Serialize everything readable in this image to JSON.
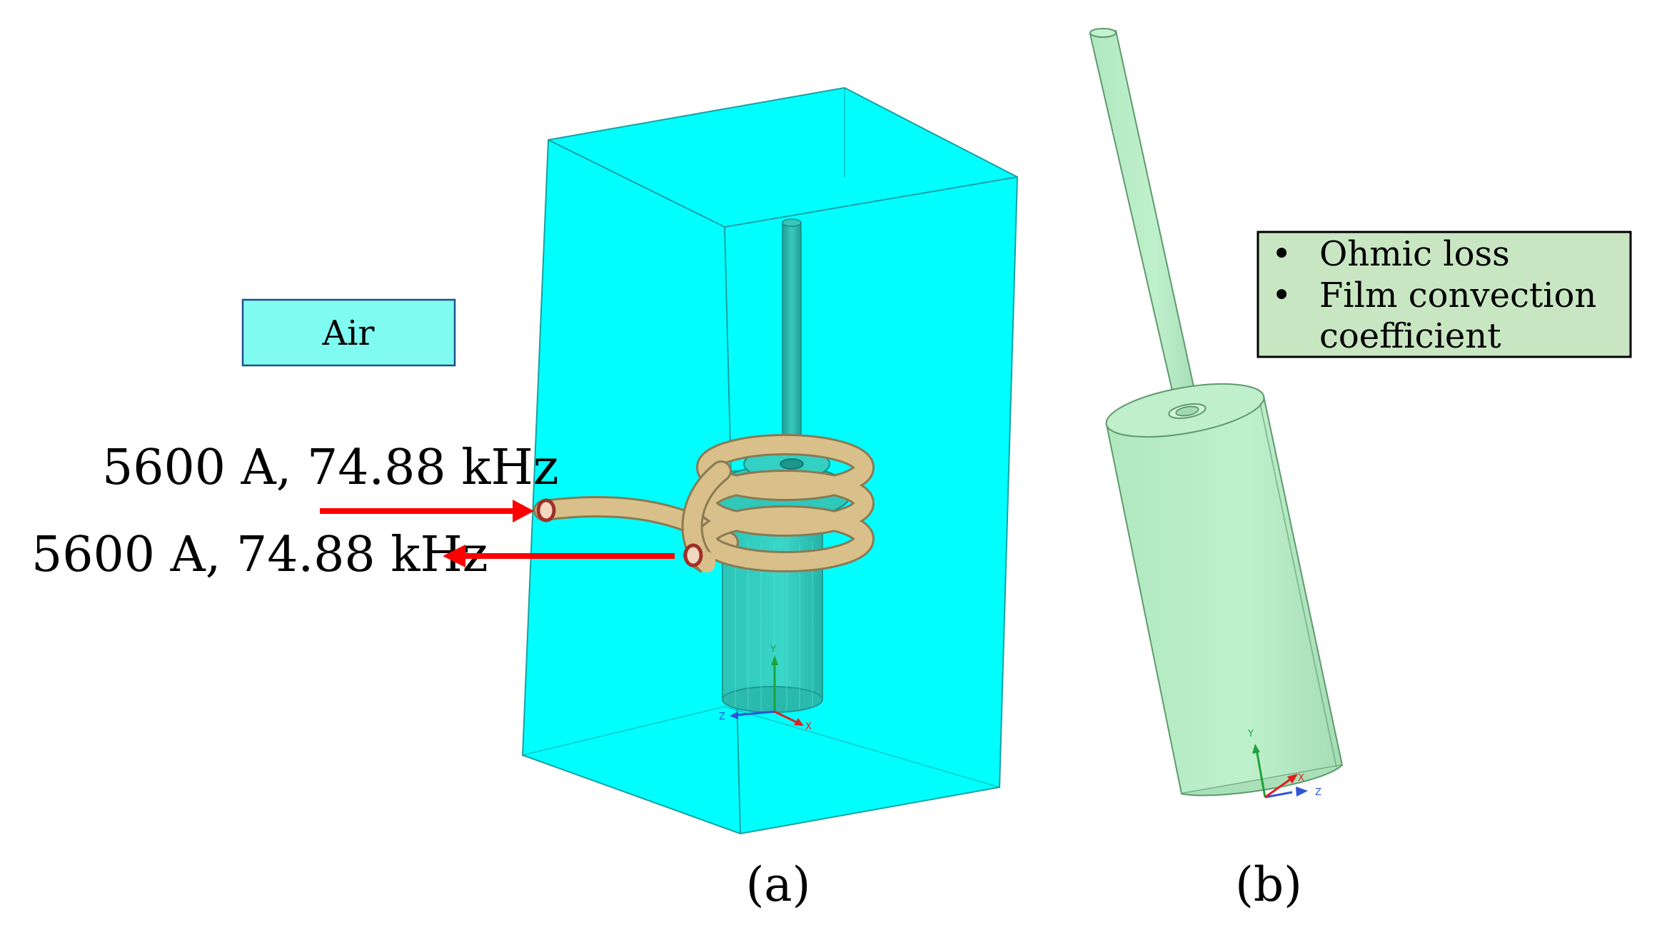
{
  "figure": {
    "panel_a": {
      "caption": "(a)",
      "air_label": "Air",
      "current_in": "5600 A, 74.88 kHz",
      "current_out": "5600 A, 74.88 kHz",
      "axes": {
        "y": "Y",
        "z": "Z",
        "x": "X"
      }
    },
    "panel_b": {
      "caption": "(b)",
      "bullets": [
        "Ohmic loss",
        "Film convection",
        "coefficient"
      ],
      "bullet_symbol": "•",
      "axes": {
        "y": "Y",
        "x": "X",
        "z": "Z"
      }
    }
  },
  "colors": {
    "air": "#00ffff",
    "air_edge": "#1aa0a0",
    "workpiece": "#2cc4b6",
    "coil": "#d9c08a",
    "coil_edge": "#8a7a52",
    "arrow": "#ff0000",
    "label_box_air": "#7ffbf2",
    "label_box_air_border": "#1f4f8c",
    "panel_b_fill": "#b8ecc5",
    "panel_b_edge": "#5e9a6e",
    "note_box_fill": "#c8e6c2",
    "note_box_border": "#000000"
  },
  "icons": [
    "arrow-right-icon",
    "arrow-left-icon",
    "axis-triad-icon"
  ]
}
